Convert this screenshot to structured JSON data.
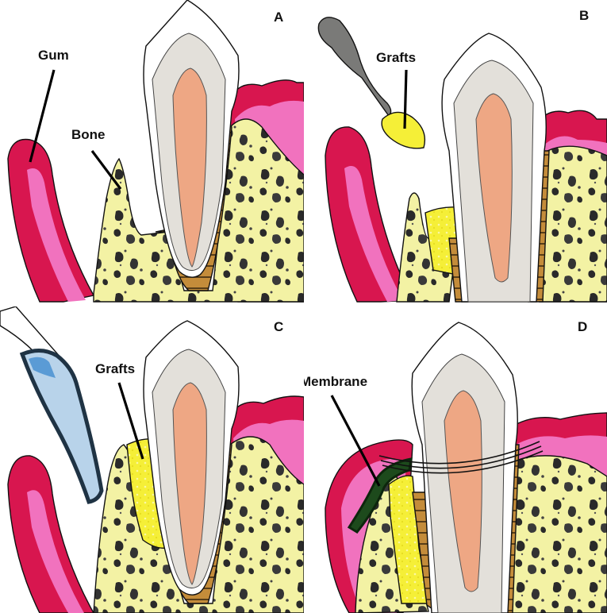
{
  "panels": [
    {
      "letter": "A",
      "labels": {
        "gum": "Gum",
        "bone": "Bone"
      }
    },
    {
      "letter": "B",
      "labels": {
        "grafts": "Grafts"
      }
    },
    {
      "letter": "C",
      "labels": {
        "grafts": "Grafts"
      }
    },
    {
      "letter": "D",
      "labels": {
        "membrane": "Membrane"
      }
    }
  ],
  "colors": {
    "gum_dark": "#d8164f",
    "gum_light": "#f172be",
    "bone": "#f3f2a4",
    "bone_spots": "#2a2a2a",
    "enamel": "#ffffff",
    "dentin": "#e3e0da",
    "pulp": "#eea784",
    "root_surface": "#c48c3a",
    "graft": "#f5ef37",
    "membrane": "#1d4a1c",
    "instrument_gray": "#7a7a78",
    "scalpel_blade": "#b8d3ea",
    "scalpel_edge": "#1f3344"
  }
}
